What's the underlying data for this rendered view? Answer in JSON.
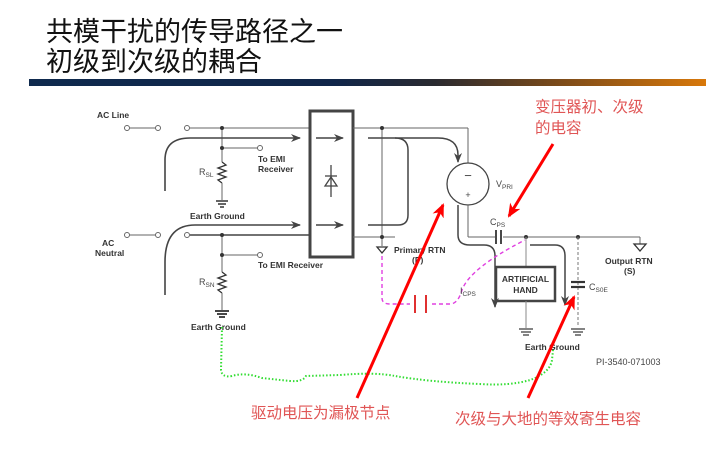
{
  "slide": {
    "title_line1": "共模干扰的传导路径之一",
    "title_line2": "初级到次级的耦合",
    "accent_bar_colors": [
      "#0f2a4e",
      "#d8780a"
    ]
  },
  "circuit": {
    "ac_line": "AC Line",
    "ac_neutral_1": "AC",
    "ac_neutral_2": "Neutral",
    "r_sl": "R",
    "r_sl_sub": "SL",
    "r_sn": "R",
    "r_sn_sub": "SN",
    "to_emi_1": "To EMI",
    "to_emi_2": "Receiver",
    "to_emi_receiver": "To EMI Receiver",
    "earth_ground_1": "Earth Ground",
    "earth_ground_2": "Earth Ground",
    "earth_ground_3": "Earth Ground",
    "v_pri": "V",
    "v_pri_sub": "PRI",
    "minus": "−",
    "plus": "+",
    "c_ps": "C",
    "c_ps_sub": "PS",
    "i_cps": "I",
    "i_cps_sub": "CPS",
    "primary_rtn_1": "Primary RTN",
    "primary_rtn_2": "(P)",
    "artificial_hand_1": "ARTIFICIAL",
    "artificial_hand_2": "HAND",
    "c_s0e": "C",
    "c_s0e_sub": "S0E",
    "output_rtn_1": "Output RTN",
    "output_rtn_2": "(S)",
    "figure_id": "PI-3540-071003"
  },
  "annotations": {
    "transformer_cap_1": "变压器初、次级",
    "transformer_cap_2": "的电容",
    "drive_voltage": "驱动电压为漏极节点",
    "secondary_cap": "次级与大地的等效寄生电容"
  },
  "colors": {
    "annotation_red": "#e05555",
    "arrow_red": "#ff0000",
    "path_magenta": "#e040e0",
    "path_green": "#33dd33",
    "wire": "#555555"
  }
}
